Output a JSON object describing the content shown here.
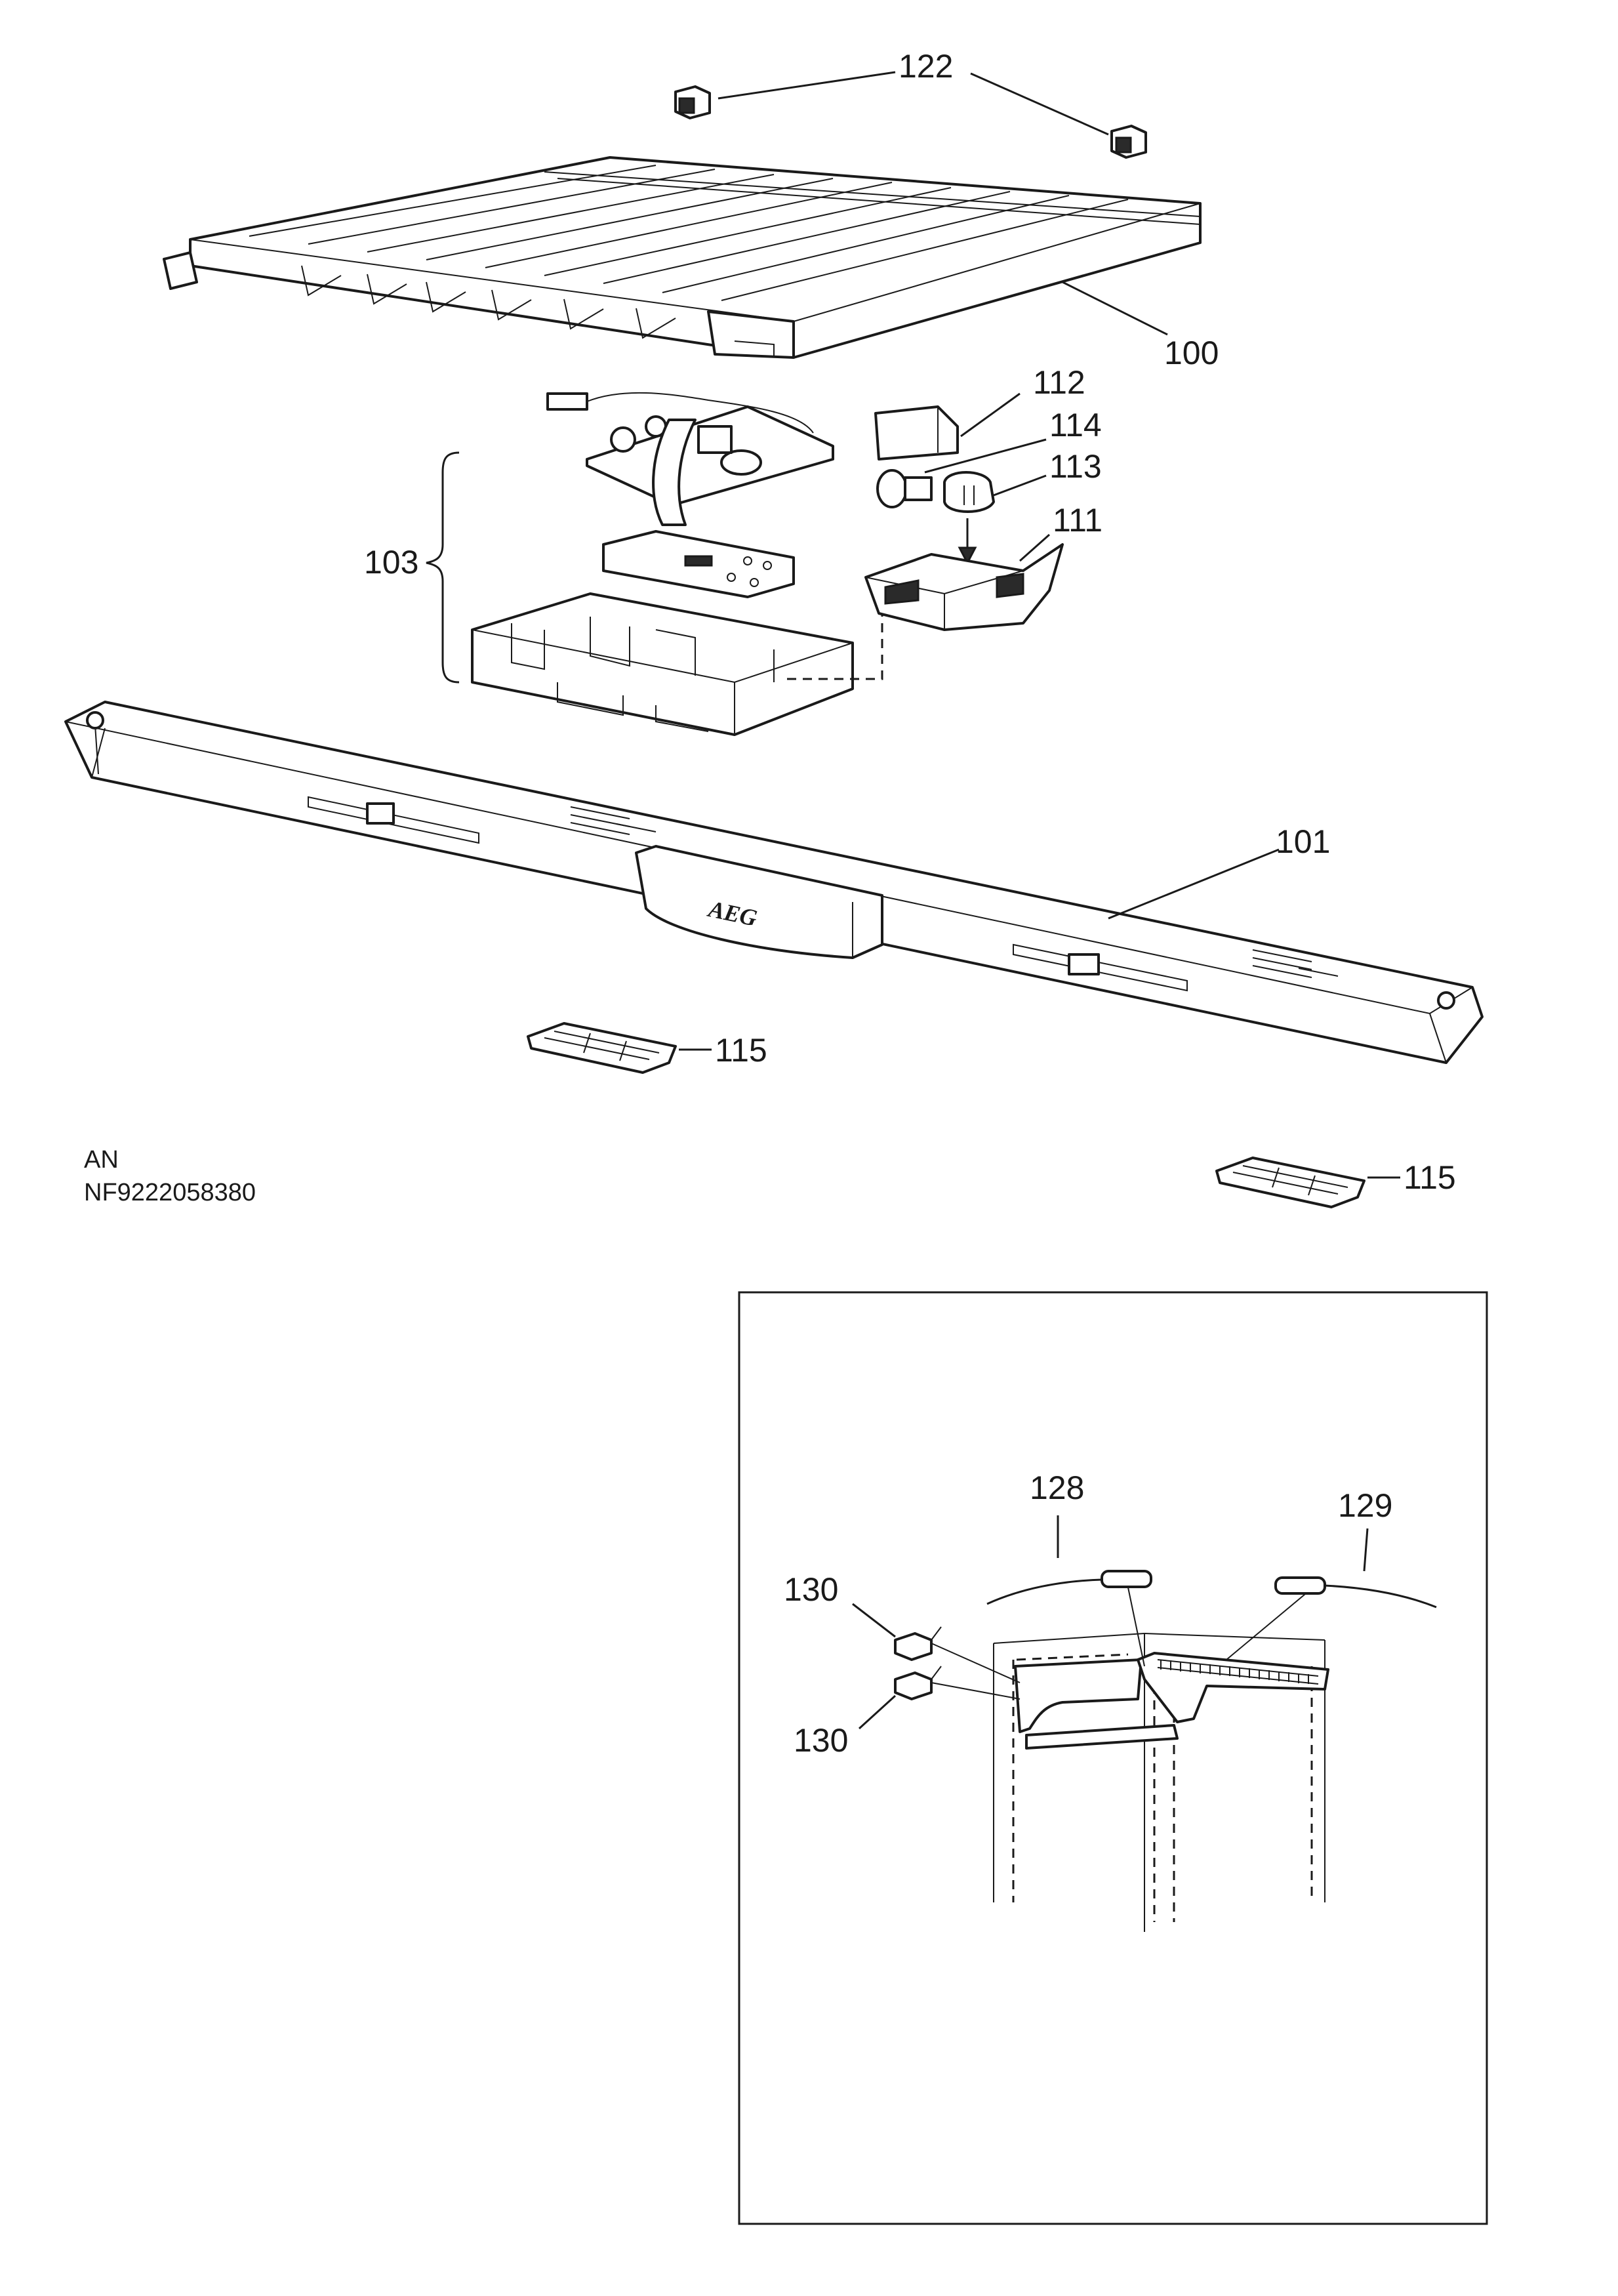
{
  "callouts": {
    "c122": "122",
    "c100": "100",
    "c112": "112",
    "c114": "114",
    "c113": "113",
    "c111": "111",
    "c103": "103",
    "c101": "101",
    "c115a": "115",
    "c115b": "115",
    "c128": "128",
    "c129": "129",
    "c130a": "130",
    "c130b": "130"
  },
  "model": {
    "line1": "AN",
    "line2": "NF9222058380"
  },
  "logo_text": "AEG"
}
